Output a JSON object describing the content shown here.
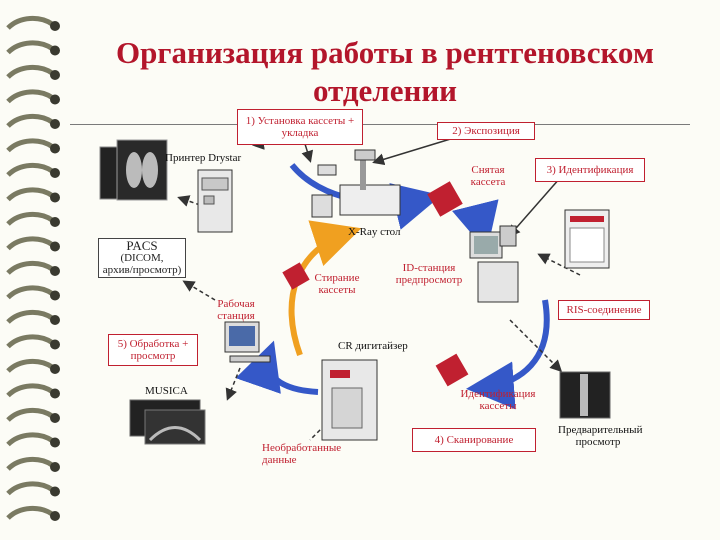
{
  "title": "Организация работы в рентгеновском отделении",
  "labels": {
    "step1": "1) Установка кассеты + укладка",
    "step2": "2) Экспозиция",
    "step3": "3) Идентификация",
    "step4": "4) Сканирование",
    "step5": "5) Обработка + просмотр",
    "printer": "Принтер Drystar",
    "removed_cassette": "Снятая кассета",
    "xray_table": "X-Ray стол",
    "pacs": "PACS",
    "pacs_sub1": "(DICOM,",
    "pacs_sub2": "архив/просмотр)",
    "erase": "Стирание кассеты",
    "id_station": "ID-станция предпросмотр",
    "ris": "RIS-соединение",
    "workstation": "Рабочая станция",
    "cr_digitizer": "CR дигитайзер",
    "musica": "MUSICA",
    "cassette_id": "Идентификация кассеты",
    "raw_data": "Необработанные данные",
    "preview": "Предварительный просмотр"
  },
  "colors": {
    "title": "#b3162b",
    "accent_red": "#c02030",
    "arrow_blue": "#3558c8",
    "arrow_orange": "#f0a020",
    "arrow_dark": "#555555"
  },
  "icons": [
    "printer-icon",
    "xray-table-icon",
    "cassette-icon",
    "id-station-icon",
    "workstation-icon",
    "cr-digitizer-icon",
    "xray-film-icon",
    "spine-image-icon"
  ]
}
